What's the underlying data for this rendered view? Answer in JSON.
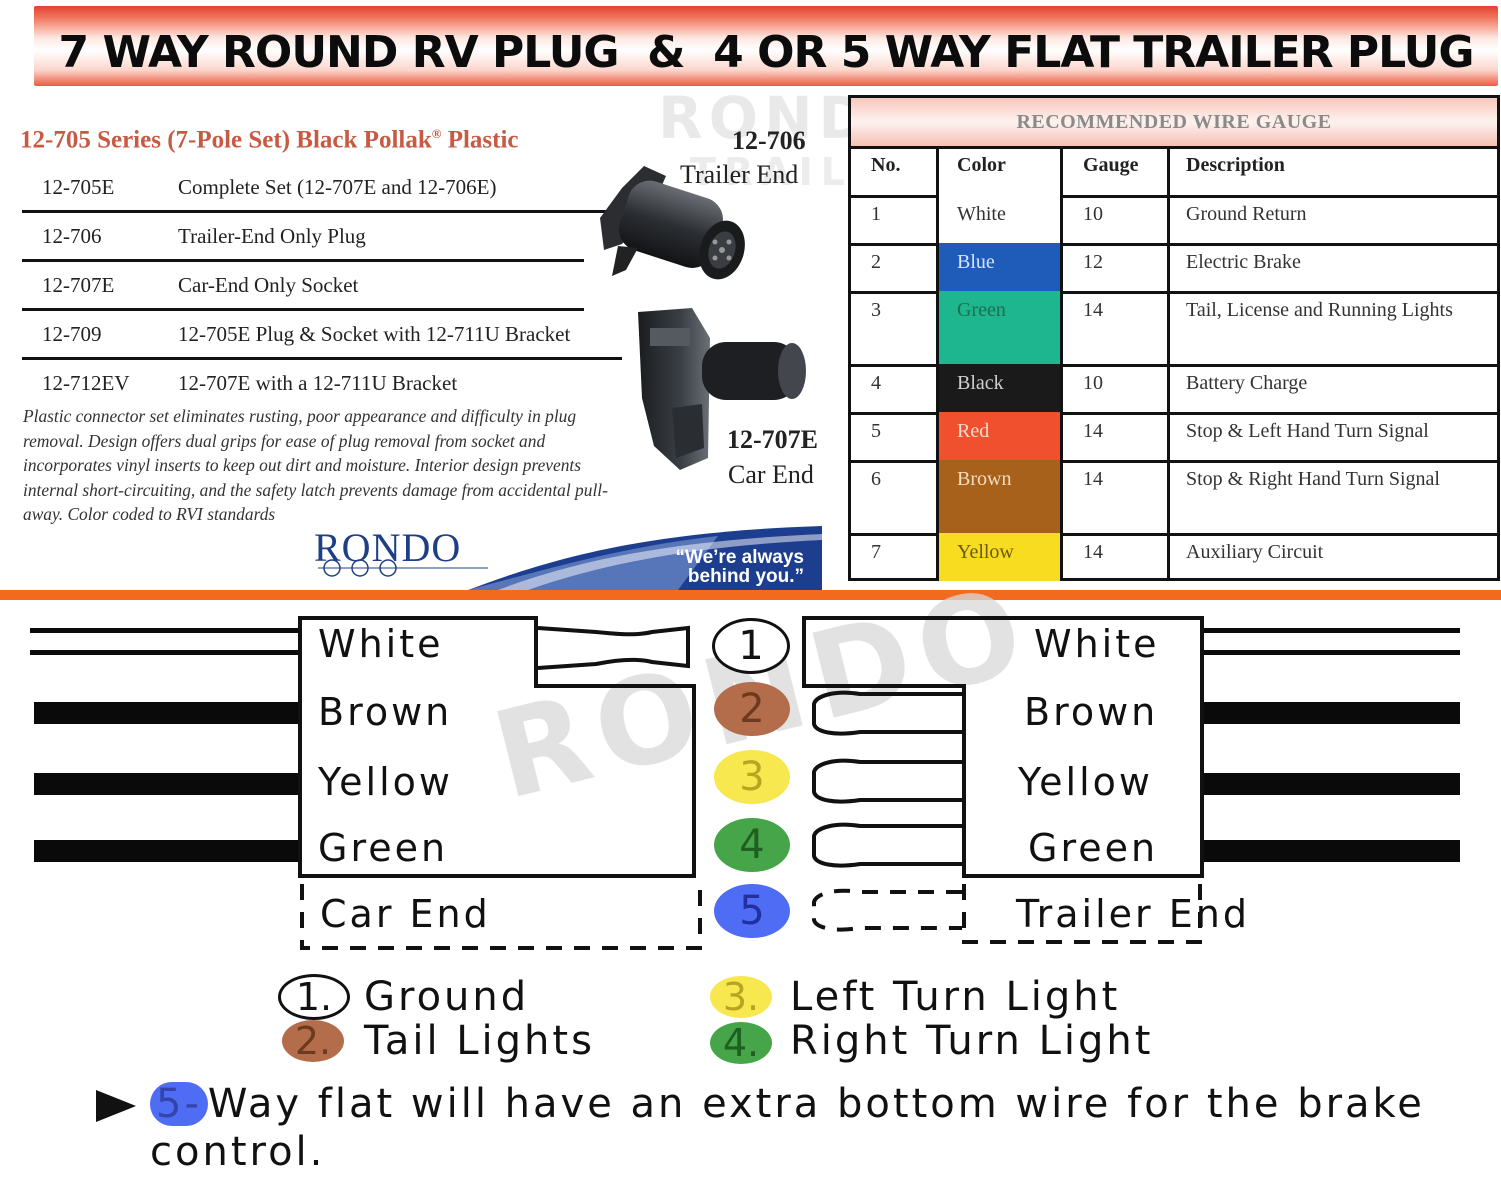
{
  "banner": {
    "title": "7 WAY ROUND RV PLUG  &  4 OR 5 WAY FLAT TRAILER PLUG"
  },
  "catalog": {
    "series_title": "12-705 Series (7-Pole Set)  Black Pollak",
    "series_title_mark": "®",
    "series_title_tail": " Plastic",
    "parts": [
      {
        "number": "12-705E",
        "description": "Complete Set (12-707E and 12-706E)"
      },
      {
        "number": "12-706",
        "description": "Trailer-End Only Plug"
      },
      {
        "number": "12-707E",
        "description": "Car-End Only Socket"
      },
      {
        "number": "12-709",
        "description": "12-705E Plug & Socket with 12-711U Bracket"
      },
      {
        "number": "12-712EV",
        "description": "12-707E with a 12-711U Bracket"
      }
    ],
    "product_description": "Plastic connector set eliminates rusting, poor appearance and difficulty in plug removal. Design offers dual grips for ease of plug removal from socket and incorporates vinyl inserts to keep out dirt and moisture. Interior design prevents internal short-circuiting, and the safety latch prevents damage from accidental pull-away. Color coded to RVI standards",
    "trailer_part_number": "12-706",
    "trailer_part_label": "Trailer End",
    "car_part_number": "12-707E",
    "car_part_label": "Car End",
    "watermark_line1": "RONDO",
    "watermark_line2": "TRAILER",
    "logo": "RONDO",
    "slogan_line1": "“We’re always",
    "slogan_line2": "behind you.”"
  },
  "wire_gauge": {
    "title": "RECOMMENDED WIRE GAUGE",
    "headers": [
      "No.",
      "Color",
      "Gauge",
      "Description"
    ],
    "rows": [
      {
        "no": "1",
        "color": "White",
        "swatch": "#ffffff",
        "text_color": "#333333",
        "gauge": "10",
        "description": "Ground Return"
      },
      {
        "no": "2",
        "color": "Blue",
        "swatch": "#1f5bb8",
        "text_color": "#d7e4ff",
        "gauge": "12",
        "description": "Electric Brake"
      },
      {
        "no": "3",
        "color": "Green",
        "swatch": "#1eb68e",
        "text_color": "#1d6e52",
        "gauge": "14",
        "description": "Tail, License and Running Lights"
      },
      {
        "no": "4",
        "color": "Black",
        "swatch": "#1a1a1a",
        "text_color": "#d0d0d0",
        "gauge": "10",
        "description": "Battery Charge"
      },
      {
        "no": "5",
        "color": "Red",
        "swatch": "#f1502f",
        "text_color": "#ffd9cf",
        "gauge": "14",
        "description": "Stop & Left Hand Turn Signal"
      },
      {
        "no": "6",
        "color": "Brown",
        "swatch": "#a8611a",
        "text_color": "#f3dcc0",
        "gauge": "14",
        "description": "Stop & Right Hand Turn Signal"
      },
      {
        "no": "7",
        "color": "Yellow",
        "swatch": "#f7dc1f",
        "text_color": "#6a5a10",
        "gauge": "14",
        "description": "Auxiliary Circuit"
      }
    ]
  },
  "diagram": {
    "car_wires": [
      "White",
      "Brown",
      "Yellow",
      "Green"
    ],
    "trailer_wires": [
      "White",
      "Brown",
      "Yellow",
      "Green"
    ],
    "car_end_label": "Car End",
    "trailer_end_label": "Trailer End",
    "pins": [
      {
        "num": "1",
        "color": "#ffffff",
        "text": "#111111"
      },
      {
        "num": "2",
        "color": "#b36d4a",
        "text": "#7a3d22"
      },
      {
        "num": "3",
        "color": "#f6e84e",
        "text": "#b9a422"
      },
      {
        "num": "4",
        "color": "#45a548",
        "text": "#1f5f22"
      },
      {
        "num": "5",
        "color": "#4f6cf4",
        "text": "#2030a0"
      }
    ],
    "legend": [
      {
        "num": "1.",
        "label": "Ground"
      },
      {
        "num": "2.",
        "label": "Tail Lights"
      },
      {
        "num": "3.",
        "label": "Left Turn Light"
      },
      {
        "num": "4.",
        "label": "Right Turn Light"
      }
    ],
    "watermark": "RONDO",
    "note_num": "5-",
    "note_text": "Way flat will have an extra bottom wire for the brake control."
  }
}
